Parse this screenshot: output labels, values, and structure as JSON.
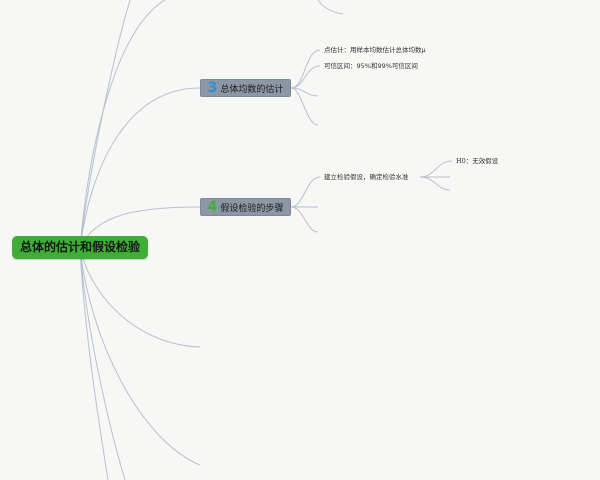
{
  "root": {
    "label": "总体的估计和假设检验"
  },
  "branches": [
    {
      "number": "3",
      "number_color": "#2f8fd8",
      "label": "总体均数的估计",
      "children": [
        {
          "label": "点估计：用样本均数估计总体均数μ"
        },
        {
          "label": "可信区间：95%和99%可信区间"
        }
      ]
    },
    {
      "number": "4",
      "number_color": "#3fae37",
      "label": "假设检验的步骤",
      "children": [
        {
          "label": "建立检验假设，确定检验水准",
          "children": [
            {
              "label": "H0：无效假设"
            }
          ]
        }
      ]
    }
  ],
  "colors": {
    "root_bg": "#3fae37",
    "branch_bg": "#8c97a6",
    "connector": "#b8c0cc",
    "background": "#f7f7f6"
  }
}
